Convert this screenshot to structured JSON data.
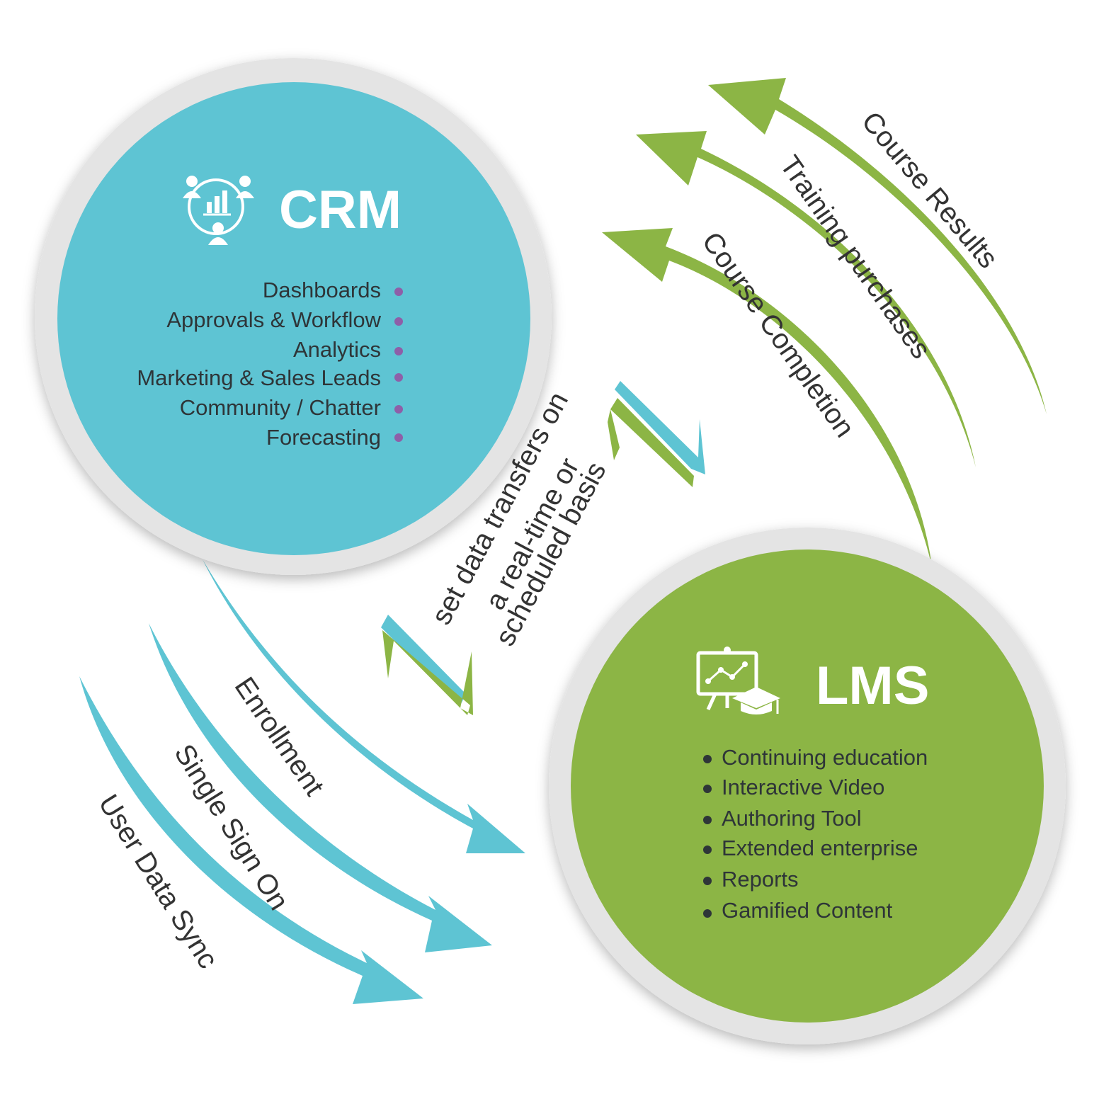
{
  "crm": {
    "title": "CRM",
    "items": [
      "Dashboards",
      "Approvals & Workflow",
      "Analytics",
      "Marketing & Sales Leads",
      "Community / Chatter",
      "Forecasting"
    ],
    "icon": "people-chart-icon",
    "color": "#5ec4d3",
    "bullet_color": "#8e5fa8"
  },
  "lms": {
    "title": "LMS",
    "items": [
      "Continuing education",
      "Interactive Video",
      "Authoring Tool",
      "Extended enterprise",
      "Reports",
      "Gamified Content"
    ],
    "icon": "presentation-graduation-icon",
    "color": "#8cb545",
    "bullet_color": "#2e3538"
  },
  "to_crm_flows": [
    "Course Results",
    "Training purchases",
    "Course Completion"
  ],
  "to_lms_flows": [
    "Enrollment",
    "Single Sign On",
    "User Data Sync"
  ],
  "sync_note": [
    "set data transfers on",
    "a real-time or",
    "scheduled basis"
  ],
  "colors": {
    "ring": "#e4e4e4",
    "green_arrow": "#8cb545",
    "blue_arrow": "#5ec4d3"
  }
}
